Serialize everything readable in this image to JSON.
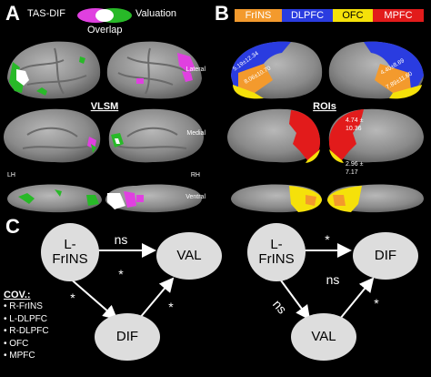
{
  "panelA": {
    "letter": "A",
    "legend": {
      "left": "TAS-DIF",
      "right": "Valuation",
      "overlap": "Overlap"
    },
    "section_title": "VLSM",
    "views": {
      "lateral": "Lateral",
      "medial": "Medial",
      "ventral": "Ventral"
    },
    "hemis": {
      "left": "LH",
      "right": "RH"
    }
  },
  "panelB": {
    "letter": "B",
    "rois": [
      {
        "label": "FrINS",
        "color": "#f39a2d"
      },
      {
        "label": "DLPFC",
        "color": "#2a3ce0"
      },
      {
        "label": "OFC",
        "color": "#f5e10a"
      },
      {
        "label": "MPFC",
        "color": "#e21b1b"
      }
    ],
    "section_title": "ROIs",
    "values": {
      "left_lateral_dlpfc": "5.19±12.34",
      "left_lateral_frins": "8.06±10.70",
      "right_lateral_dlpfc": "4.40±8.69",
      "right_lateral_frins": "7.89±11.60",
      "medial_top": "4.74 ±\n10.36",
      "medial_bottom": "2.96 ±\n7.17"
    }
  },
  "panelC": {
    "letter": "C",
    "left": {
      "a": "L-\nFrINS",
      "b": "VAL",
      "c": "DIF",
      "ab": "ns",
      "diag": "*",
      "ac": "*",
      "cb": "*"
    },
    "right": {
      "a": "L-\nFrINS",
      "b": "DIF",
      "c": "VAL",
      "ab": "*",
      "diag": "ns",
      "ac": "ns",
      "cb": "*"
    },
    "cov_title": "COV.:",
    "cov_items": [
      "R-FrINS",
      "L-DLPFC",
      "R-DLPFC",
      "OFC",
      "MPFC"
    ]
  }
}
